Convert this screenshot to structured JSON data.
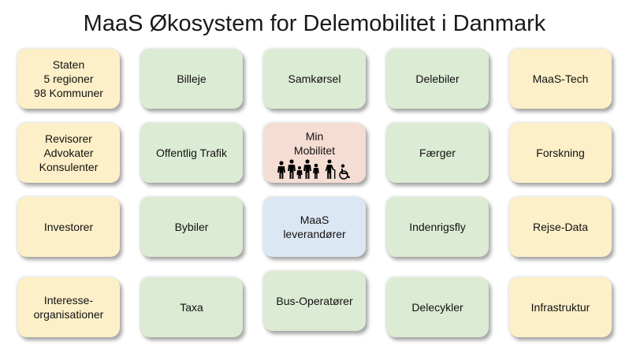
{
  "title": "MaaS Økosystem for Delemobilitet i Danmark",
  "tiles": [
    {
      "label": "Staten\n5 regioner\n98 Kommuner",
      "color": "yellow"
    },
    {
      "label": "Billeje",
      "color": "green"
    },
    {
      "label": "Samkørsel",
      "color": "green"
    },
    {
      "label": "Delebiler",
      "color": "green"
    },
    {
      "label": "MaaS-Tech",
      "color": "yellow"
    },
    {
      "label": "Revisorer\nAdvokater\nKonsulenter",
      "color": "yellow"
    },
    {
      "label": "Offentlig Trafik",
      "color": "green"
    },
    {
      "label": "Min\nMobilitet",
      "color": "pink"
    },
    {
      "label": "Færger",
      "color": "green"
    },
    {
      "label": "Forskning",
      "color": "yellow"
    },
    {
      "label": "Investorer",
      "color": "yellow"
    },
    {
      "label": "Bybiler",
      "color": "green"
    },
    {
      "label": "MaaS\nleverandører",
      "color": "blue"
    },
    {
      "label": "Indenrigsfly",
      "color": "green"
    },
    {
      "label": "Rejse-Data",
      "color": "yellow"
    },
    {
      "label": "Interesse-\norganisationer",
      "color": "yellow"
    },
    {
      "label": "Taxa",
      "color": "green"
    },
    {
      "label": "Bus-Operatører",
      "color": "green"
    },
    {
      "label": "Delecykler",
      "color": "green"
    },
    {
      "label": "Infrastruktur",
      "color": "yellow"
    }
  ],
  "people_icons": [
    "person-icon",
    "family-icon",
    "elderly-with-cane-icon",
    "wheelchair-icon"
  ]
}
